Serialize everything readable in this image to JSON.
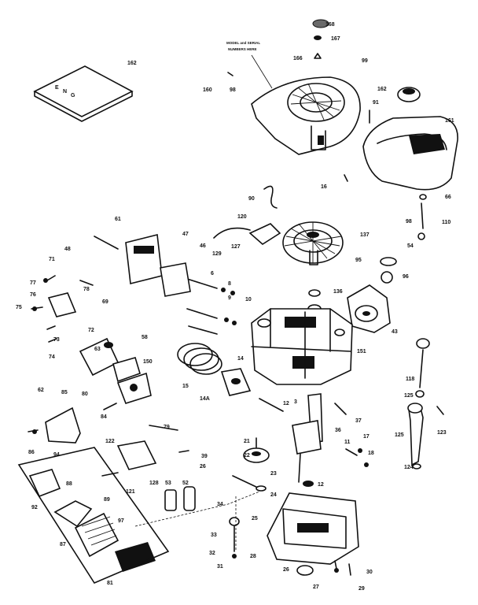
{
  "diagram": {
    "part_labels": [
      {
        "id": "label-p1",
        "text": "168"
      },
      {
        "id": "label-p2",
        "text": "167"
      },
      {
        "id": "label-p3",
        "text": "166"
      },
      {
        "id": "label-p4",
        "text": "99"
      },
      {
        "id": "label-p5",
        "text": "162"
      },
      {
        "id": "label-p6",
        "text": "162"
      },
      {
        "id": "label-p7",
        "text": "160"
      },
      {
        "id": "label-p8",
        "text": "98"
      },
      {
        "id": "label-p9",
        "text": "91"
      },
      {
        "id": "label-p10",
        "text": "161"
      },
      {
        "id": "label-p11",
        "text": "16"
      },
      {
        "id": "label-p12",
        "text": "66"
      },
      {
        "id": "label-p13",
        "text": "90"
      },
      {
        "id": "label-p14",
        "text": "120"
      },
      {
        "id": "label-p15",
        "text": "98"
      },
      {
        "id": "label-p16",
        "text": "110"
      },
      {
        "id": "label-p17",
        "text": "61"
      },
      {
        "id": "label-p18",
        "text": "47"
      },
      {
        "id": "label-p19",
        "text": "46"
      },
      {
        "id": "label-p20",
        "text": "129"
      },
      {
        "id": "label-p21",
        "text": "127"
      },
      {
        "id": "label-p22",
        "text": "137"
      },
      {
        "id": "label-p23",
        "text": "54"
      },
      {
        "id": "label-p24",
        "text": "48"
      },
      {
        "id": "label-p25",
        "text": "71"
      },
      {
        "id": "label-p26",
        "text": "95"
      },
      {
        "id": "label-p27",
        "text": "96"
      },
      {
        "id": "label-p28",
        "text": "77"
      },
      {
        "id": "label-p29",
        "text": "76"
      },
      {
        "id": "label-p30",
        "text": "75"
      },
      {
        "id": "label-p31",
        "text": "78"
      },
      {
        "id": "label-p32",
        "text": "69"
      },
      {
        "id": "label-p33",
        "text": "6"
      },
      {
        "id": "label-p34",
        "text": "8"
      },
      {
        "id": "label-p35",
        "text": "9"
      },
      {
        "id": "label-p36",
        "text": "10"
      },
      {
        "id": "label-p37",
        "text": "136"
      },
      {
        "id": "label-p38",
        "text": "72"
      },
      {
        "id": "label-p39",
        "text": "73"
      },
      {
        "id": "label-p40",
        "text": "74"
      },
      {
        "id": "label-p41",
        "text": "63"
      },
      {
        "id": "label-p42",
        "text": "58"
      },
      {
        "id": "label-p43",
        "text": "43"
      },
      {
        "id": "label-p44",
        "text": "151"
      },
      {
        "id": "label-p45",
        "text": "150"
      },
      {
        "id": "label-p46",
        "text": "14"
      },
      {
        "id": "label-p47",
        "text": "15"
      },
      {
        "id": "label-p48",
        "text": "14A"
      },
      {
        "id": "label-p49",
        "text": "118"
      },
      {
        "id": "label-p50",
        "text": "125"
      },
      {
        "id": "label-p51",
        "text": "62"
      },
      {
        "id": "label-p52",
        "text": "85"
      },
      {
        "id": "label-p53",
        "text": "80"
      },
      {
        "id": "label-p54",
        "text": "84"
      },
      {
        "id": "label-p55",
        "text": "12"
      },
      {
        "id": "label-p56",
        "text": "37"
      },
      {
        "id": "label-p57",
        "text": "36"
      },
      {
        "id": "label-p58",
        "text": "11"
      },
      {
        "id": "label-p59",
        "text": "17"
      },
      {
        "id": "label-p60",
        "text": "18"
      },
      {
        "id": "label-p61",
        "text": "125"
      },
      {
        "id": "label-p62",
        "text": "123"
      },
      {
        "id": "label-p63",
        "text": "86"
      },
      {
        "id": "label-p64",
        "text": "94"
      },
      {
        "id": "label-p65",
        "text": "79"
      },
      {
        "id": "label-p66",
        "text": "122"
      },
      {
        "id": "label-p67",
        "text": "21"
      },
      {
        "id": "label-p68",
        "text": "22"
      },
      {
        "id": "label-p69",
        "text": "39"
      },
      {
        "id": "label-p70",
        "text": "26"
      },
      {
        "id": "label-p71",
        "text": "88"
      },
      {
        "id": "label-p72",
        "text": "121"
      },
      {
        "id": "label-p73",
        "text": "128"
      },
      {
        "id": "label-p74",
        "text": "53"
      },
      {
        "id": "label-p75",
        "text": "52"
      },
      {
        "id": "label-p76",
        "text": "23"
      },
      {
        "id": "label-p77",
        "text": "124"
      },
      {
        "id": "label-p78",
        "text": "89"
      },
      {
        "id": "label-p79",
        "text": "24"
      },
      {
        "id": "label-p80",
        "text": "12"
      },
      {
        "id": "label-p81",
        "text": "92"
      },
      {
        "id": "label-p82",
        "text": "97"
      },
      {
        "id": "label-p83",
        "text": "34"
      },
      {
        "id": "label-p84",
        "text": "25"
      },
      {
        "id": "label-p85",
        "text": "87"
      },
      {
        "id": "label-p86",
        "text": "33"
      },
      {
        "id": "label-p87",
        "text": "32"
      },
      {
        "id": "label-p88",
        "text": "28"
      },
      {
        "id": "label-p89",
        "text": "31"
      },
      {
        "id": "label-p90",
        "text": "81"
      },
      {
        "id": "label-p91",
        "text": "26"
      },
      {
        "id": "label-p92",
        "text": "30"
      },
      {
        "id": "label-p93",
        "text": "27"
      },
      {
        "id": "label-p94",
        "text": "29"
      },
      {
        "id": "label-p95",
        "text": "3"
      }
    ],
    "callout_note": {
      "line1": "MODEL and SERIAL",
      "line2": "NUMBERS HERE"
    },
    "manual_cover": [
      "E",
      "N",
      "G"
    ]
  }
}
